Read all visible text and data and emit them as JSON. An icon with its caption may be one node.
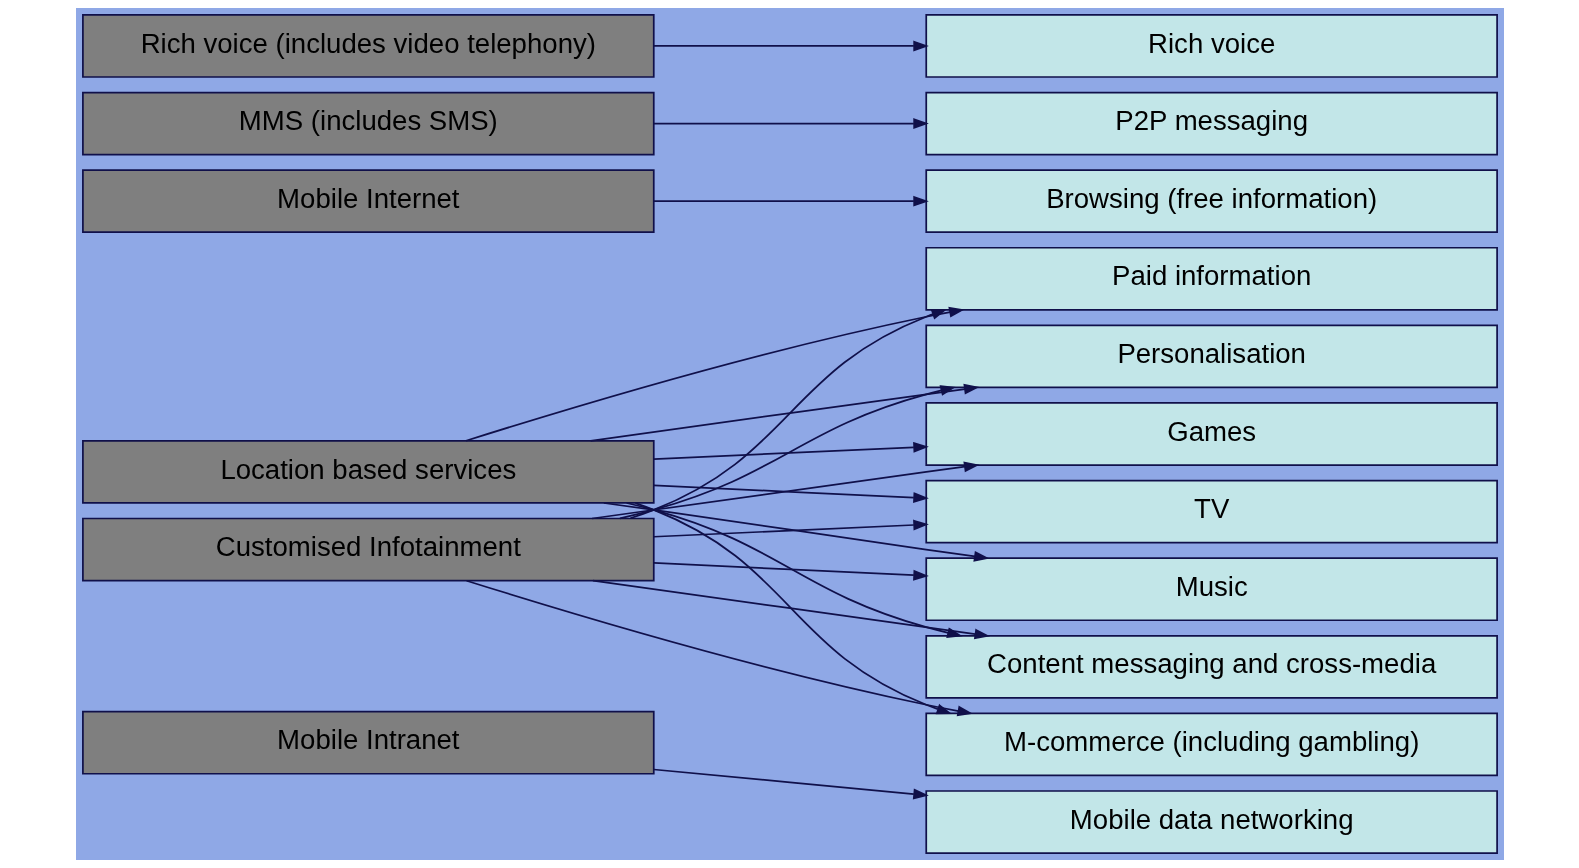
{
  "diagram": {
    "nodes": [
      {
        "text": [
          "Rich voice (includes video telephony)"
        ]
      },
      {
        "text": [
          "MMS (includes SMS)"
        ]
      },
      {
        "text": [
          "Mobile Internet"
        ]
      },
      {
        "text": [
          "Location based services"
        ]
      },
      {
        "text": [
          "Customised Infotainment"
        ]
      },
      {
        "text": [
          "Mobile Intranet"
        ]
      },
      {
        "text": [
          "Rich voice"
        ]
      },
      {
        "text": [
          "P2P messaging"
        ]
      },
      {
        "text": [
          "Browsing (free information)"
        ]
      },
      {
        "text": [
          "Paid information"
        ]
      },
      {
        "text": [
          "Personalisation"
        ]
      },
      {
        "text": [
          "Games"
        ]
      },
      {
        "text": [
          "TV"
        ]
      },
      {
        "text": [
          "Music"
        ]
      },
      {
        "text": [
          "Content messaging and cross-media"
        ]
      },
      {
        "text": [
          "M-commerce (including gambling)"
        ]
      },
      {
        "text": [
          "Mobile data networking"
        ]
      }
    ],
    "edges": [
      {
        "from": 0,
        "to": 6,
        "arrow": "to"
      },
      {
        "from": 1,
        "to": 7,
        "arrow": "to"
      },
      {
        "from": 2,
        "to": 8,
        "arrow": "to"
      },
      {
        "from": 3,
        "to": 9,
        "arrow": "to"
      },
      {
        "from": 3,
        "to": 10,
        "arrow": "to"
      },
      {
        "from": 3,
        "to": 11,
        "arrow": "to"
      },
      {
        "from": 3,
        "to": 12,
        "arrow": "to"
      },
      {
        "from": 3,
        "to": 13,
        "arrow": "to"
      },
      {
        "from": 3,
        "to": 14,
        "arrow": "to"
      },
      {
        "from": 3,
        "to": 15,
        "arrow": "to"
      },
      {
        "from": 4,
        "to": 9,
        "arrow": "to"
      },
      {
        "from": 4,
        "to": 10,
        "arrow": "to"
      },
      {
        "from": 4,
        "to": 11,
        "arrow": "to"
      },
      {
        "from": 4,
        "to": 12,
        "arrow": "to"
      },
      {
        "from": 4,
        "to": 13,
        "arrow": "to"
      },
      {
        "from": 4,
        "to": 14,
        "arrow": "to"
      },
      {
        "from": 4,
        "to": 15,
        "arrow": "to"
      },
      {
        "from": 5,
        "to": 16,
        "arrow": "to"
      }
    ]
  }
}
